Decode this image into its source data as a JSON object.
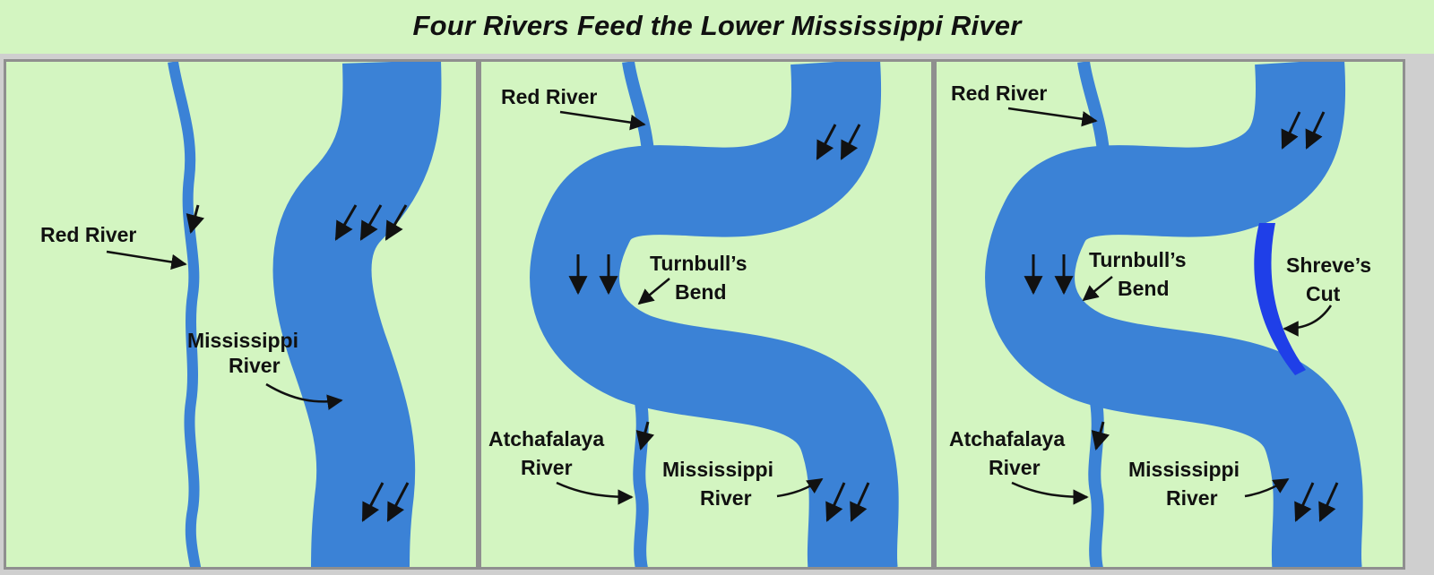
{
  "title": "Four Rivers Feed the Lower Mississippi River",
  "colors": {
    "background": "#d3f5c1",
    "river": "#3b82d6",
    "cut": "#1f3fe8",
    "arrow": "#111111",
    "frame": "#8f8f8f"
  },
  "panels": [
    {
      "labels": {
        "red_river": "Red River",
        "mississippi_1": "Mississippi",
        "mississippi_2": "River"
      }
    },
    {
      "labels": {
        "red_river": "Red River",
        "turnbull_1": "Turnbull’s",
        "turnbull_2": "Bend",
        "atchafalaya_1": "Atchafalaya",
        "atchafalaya_2": "River",
        "mississippi_1": "Mississippi",
        "mississippi_2": "River"
      }
    },
    {
      "labels": {
        "red_river": "Red River",
        "turnbull_1": "Turnbull’s",
        "turnbull_2": "Bend",
        "shreve_1": "Shreve’s",
        "shreve_2": "Cut",
        "atchafalaya_1": "Atchafalaya",
        "atchafalaya_2": "River",
        "mississippi_1": "Mississippi",
        "mississippi_2": "River"
      }
    }
  ]
}
